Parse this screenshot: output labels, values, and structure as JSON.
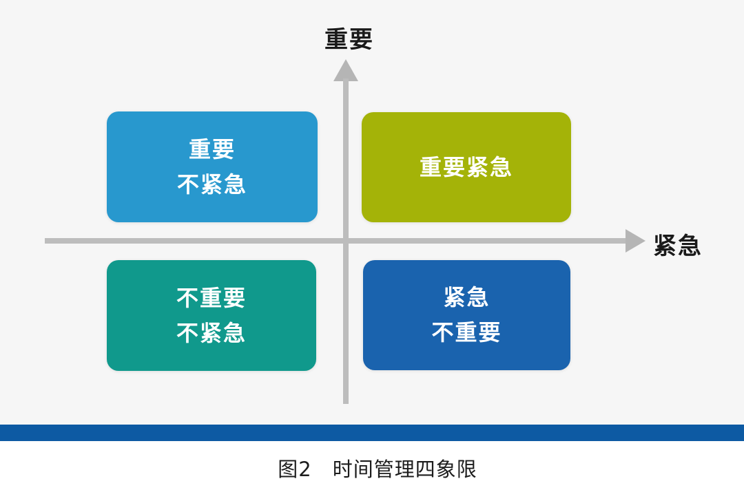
{
  "canvas": {
    "background": "#f6f6f6",
    "axis_color": "#bdbdbd"
  },
  "axes": {
    "y_label": "重要",
    "x_label": "紧急"
  },
  "quadrants": {
    "top_left": {
      "line1": "重要",
      "line2": "不紧急",
      "color": "#2898ce",
      "side_color": "#1d7fb5"
    },
    "top_right": {
      "line1": "重要紧急",
      "line2": "",
      "color": "#a4b308",
      "side_color": "#8e9c03"
    },
    "bottom_left": {
      "line1": "不重要",
      "line2": "不紧急",
      "color": "#10998c",
      "side_color": "#0a7f74"
    },
    "bottom_right": {
      "line1": "紧急",
      "line2": "不重要",
      "color": "#1a63ae",
      "side_color": "#124e8c"
    }
  },
  "footer": {
    "bar_color": "#0d5aa3",
    "caption": "图2　时间管理四象限"
  }
}
